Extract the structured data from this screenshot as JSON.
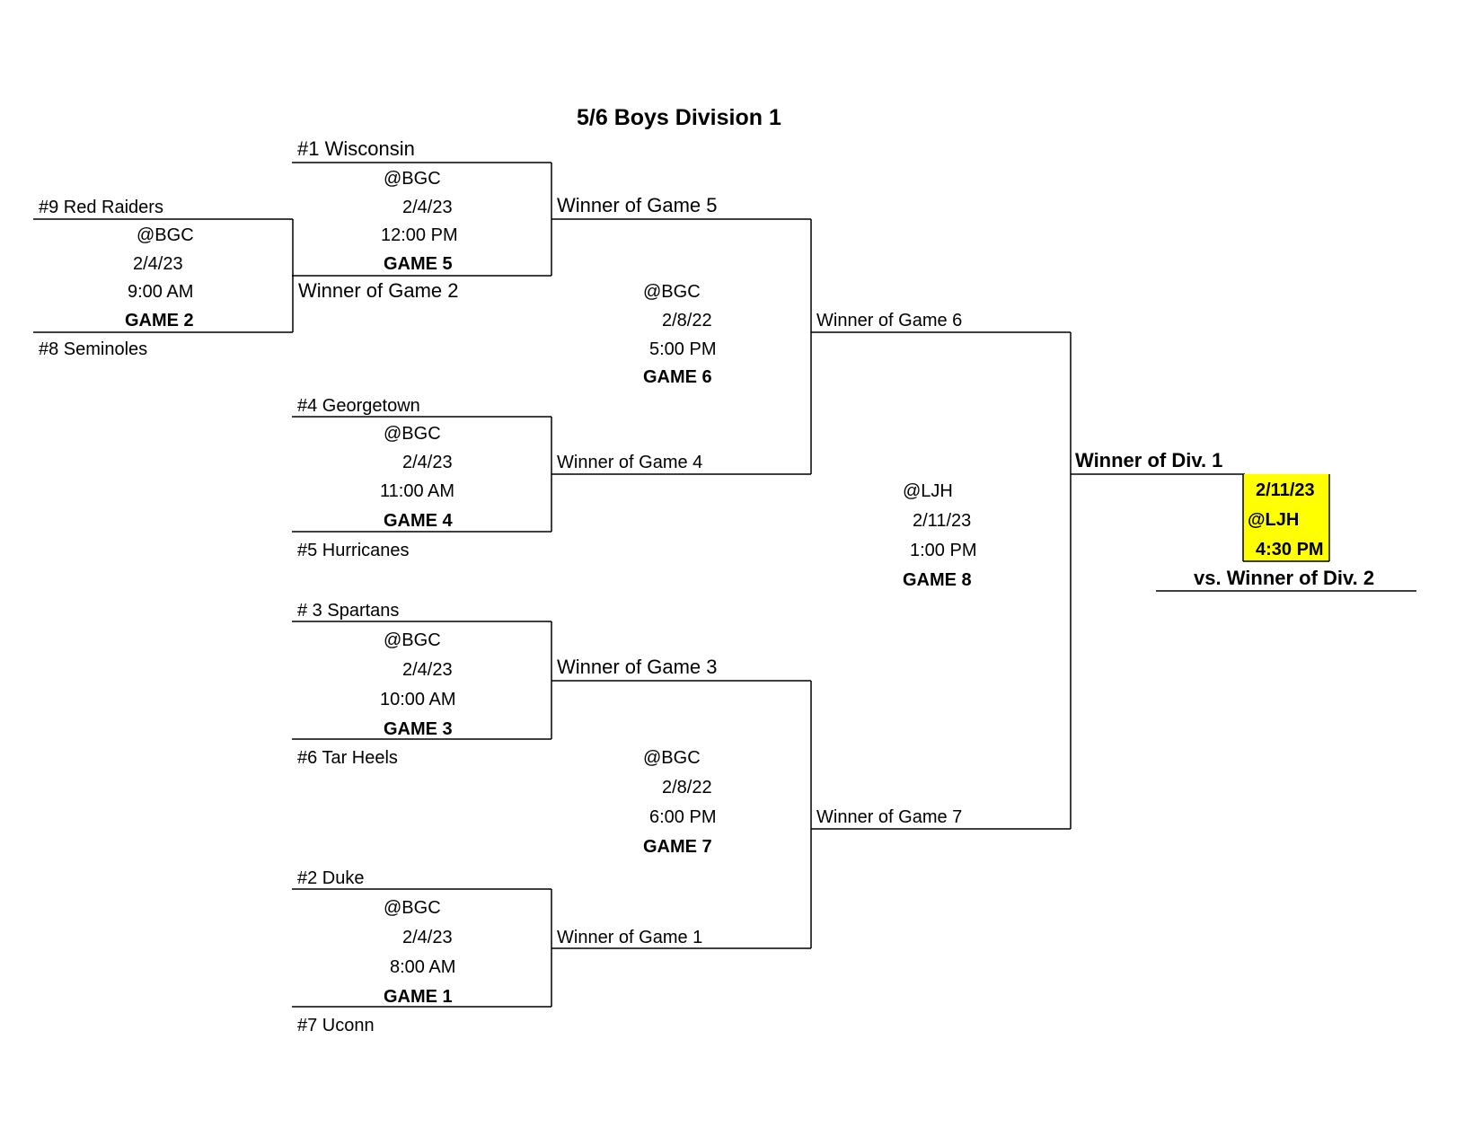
{
  "title": "5/6 Boys Division 1",
  "teams": {
    "t9": "#9 Red Raiders",
    "t8": "#8 Seminoles",
    "t1": "#1 Wisconsin",
    "t4": "#4 Georgetown",
    "t5": "#5 Hurricanes",
    "t3": "# 3 Spartans",
    "t6": "#6 Tar Heels",
    "t2": "#2 Duke",
    "t7": "#7 Uconn"
  },
  "games": {
    "g2": {
      "venue": "@BGC",
      "date": "2/4/23",
      "time": "9:00 AM",
      "label": "GAME 2"
    },
    "g5": {
      "venue": "@BGC",
      "date": "2/4/23",
      "time": "12:00 PM",
      "label": "GAME 5"
    },
    "g4": {
      "venue": "@BGC",
      "date": "2/4/23",
      "time": "11:00 AM",
      "label": "GAME 4"
    },
    "g3": {
      "venue": "@BGC",
      "date": "2/4/23",
      "time": "10:00 AM",
      "label": "GAME 3"
    },
    "g1": {
      "venue": "@BGC",
      "date": "2/4/23",
      "time": "8:00 AM",
      "label": "GAME 1"
    },
    "g6": {
      "venue": "@BGC",
      "date": "2/8/22",
      "time": "5:00 PM",
      "label": "GAME 6"
    },
    "g7": {
      "venue": "@BGC",
      "date": "2/8/22",
      "time": "6:00 PM",
      "label": "GAME 7"
    },
    "g8": {
      "venue": "@LJH",
      "date": "2/11/23",
      "time": "1:00 PM",
      "label": "GAME 8"
    }
  },
  "winners": {
    "w2": "Winner of Game 2",
    "w5": "Winner of Game 5",
    "w4": "Winner of Game 4",
    "w3": "Winner of Game 3",
    "w1": "Winner of Game 1",
    "w6": "Winner of Game 6",
    "w7": "Winner of Game 7",
    "div1": "Winner of Div. 1"
  },
  "final": {
    "date": "2/11/23",
    "venue": "@LJH",
    "time": "4:30 PM",
    "opponent": "vs. Winner of Div. 2",
    "highlight_color": "#ffff00"
  }
}
